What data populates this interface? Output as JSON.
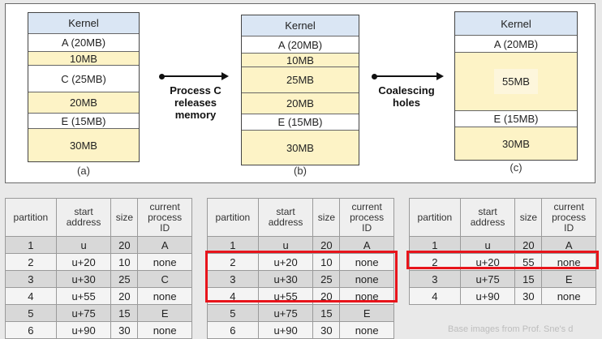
{
  "diagram_a": {
    "blocks": [
      {
        "label": "Kernel",
        "kind": "kernel"
      },
      {
        "label": "A (20MB)",
        "kind": "alloc"
      },
      {
        "label": "10MB",
        "kind": "free"
      },
      {
        "label": "C (25MB)",
        "kind": "alloc"
      },
      {
        "label": "20MB",
        "kind": "free"
      },
      {
        "label": "E (15MB)",
        "kind": "alloc"
      },
      {
        "label": "30MB",
        "kind": "free"
      }
    ],
    "caption": "(a)"
  },
  "diagram_b": {
    "blocks": [
      {
        "label": "Kernel",
        "kind": "kernel"
      },
      {
        "label": "A (20MB)",
        "kind": "alloc"
      },
      {
        "label": "10MB",
        "kind": "free"
      },
      {
        "label": "25MB",
        "kind": "free"
      },
      {
        "label": "20MB",
        "kind": "free"
      },
      {
        "label": "E (15MB)",
        "kind": "alloc"
      },
      {
        "label": "30MB",
        "kind": "free"
      }
    ],
    "caption": "(b)"
  },
  "diagram_c": {
    "blocks": [
      {
        "label": "Kernel",
        "kind": "kernel"
      },
      {
        "label": "A (20MB)",
        "kind": "alloc"
      },
      {
        "label": "55MB",
        "kind": "free"
      },
      {
        "label": "E (15MB)",
        "kind": "alloc"
      },
      {
        "label": "30MB",
        "kind": "free"
      }
    ],
    "caption": "(c)"
  },
  "arrow1_label_lines": [
    "Process C",
    "releases",
    "memory"
  ],
  "arrow2_label_lines": [
    "Coalescing",
    "holes"
  ],
  "table_headers": {
    "partition": "partition",
    "start_address": [
      "start",
      "address"
    ],
    "size": "size",
    "current_process_id": [
      "current",
      "process",
      "ID"
    ]
  },
  "table1_rows": [
    [
      "1",
      "u",
      "20",
      "A"
    ],
    [
      "2",
      "u+20",
      "10",
      "none"
    ],
    [
      "3",
      "u+30",
      "25",
      "C"
    ],
    [
      "4",
      "u+55",
      "20",
      "none"
    ],
    [
      "5",
      "u+75",
      "15",
      "E"
    ],
    [
      "6",
      "u+90",
      "30",
      "none"
    ]
  ],
  "table2_rows": [
    [
      "1",
      "u",
      "20",
      "A"
    ],
    [
      "2",
      "u+20",
      "10",
      "none"
    ],
    [
      "3",
      "u+30",
      "25",
      "none"
    ],
    [
      "4",
      "u+55",
      "20",
      "none"
    ],
    [
      "5",
      "u+75",
      "15",
      "E"
    ],
    [
      "6",
      "u+90",
      "30",
      "none"
    ]
  ],
  "table3_rows": [
    [
      "1",
      "u",
      "20",
      "A"
    ],
    [
      "2",
      "u+20",
      "55",
      "none"
    ],
    [
      "3",
      "u+75",
      "15",
      "E"
    ],
    [
      "4",
      "u+90",
      "30",
      "none"
    ]
  ],
  "highlight_color": "#e8141b",
  "watermark": "Base images from Prof. Sne's d"
}
